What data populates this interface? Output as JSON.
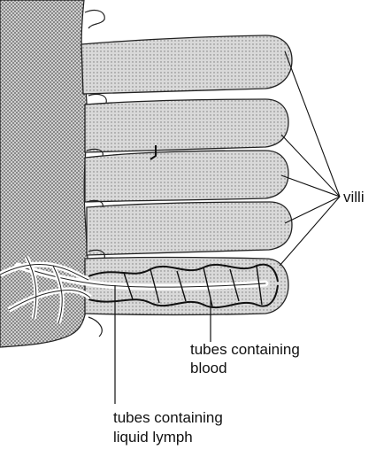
{
  "labels": {
    "villi": "villi",
    "blood_line1": "tubes containing",
    "blood_line2": "blood",
    "lymph_line1": "tubes containing",
    "lymph_line2": "liquid lymph"
  },
  "colors": {
    "tissue_fill": "#c8c8c8",
    "tissue_dots": "#4a4a4a",
    "villus_fill": "#d4d4d4",
    "ink": "#111111",
    "background": "#ffffff"
  }
}
